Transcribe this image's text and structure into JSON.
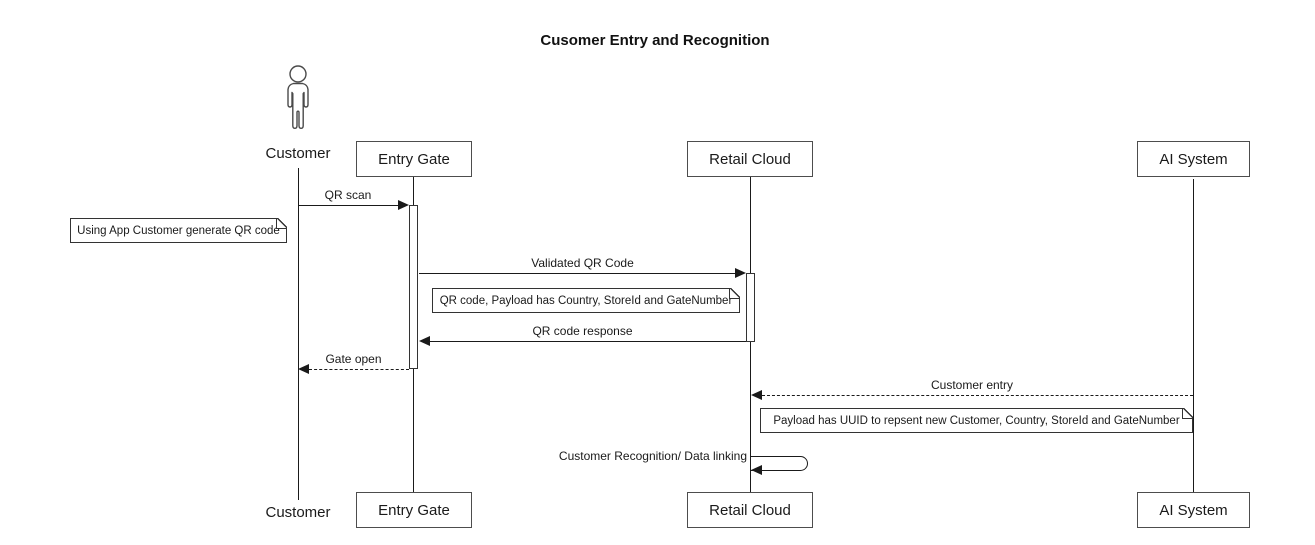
{
  "title": "Cusomer Entry and Recognition",
  "diagram_type": "sequence",
  "participants": {
    "customer": {
      "label": "Customer",
      "representation": "actor"
    },
    "entry_gate": {
      "label": "Entry Gate",
      "representation": "box"
    },
    "retail_cloud": {
      "label": "Retail Cloud",
      "representation": "box"
    },
    "ai_system": {
      "label": "AI System",
      "representation": "box"
    }
  },
  "messages": {
    "qr_scan": {
      "label": "QR scan",
      "from": "customer",
      "to": "entry_gate",
      "line": "solid",
      "arrow": "filled"
    },
    "validated_qr_code": {
      "label": "Validated QR Code",
      "from": "entry_gate",
      "to": "retail_cloud",
      "line": "solid",
      "arrow": "filled"
    },
    "qr_code_response": {
      "label": "QR code response",
      "from": "retail_cloud",
      "to": "entry_gate",
      "line": "solid",
      "arrow": "filled"
    },
    "gate_open": {
      "label": "Gate open",
      "from": "entry_gate",
      "to": "customer",
      "line": "dashed",
      "arrow": "filled"
    },
    "customer_entry": {
      "label": "Customer entry",
      "from": "ai_system",
      "to": "retail_cloud",
      "line": "dashed",
      "arrow": "filled"
    },
    "recognition_self": {
      "label": "Customer Recognition/ Data linking",
      "from": "retail_cloud",
      "to": "retail_cloud",
      "line": "self",
      "arrow": "filled"
    }
  },
  "notes": {
    "using_app": {
      "text": "Using App Customer generate QR code"
    },
    "qr_payload": {
      "text": "QR code, Payload has Country, StoreId and GateNumber"
    },
    "uuid_payload": {
      "text": "Payload has UUID to repsent new Customer, Country, StoreId and GateNumber"
    }
  },
  "colors": {
    "background": "#ffffff",
    "line": "#1a1a1a",
    "box_border": "#4d4d4d",
    "box_fill": "#ffffff",
    "note_border": "#333333",
    "text": "#1a1a1a"
  }
}
